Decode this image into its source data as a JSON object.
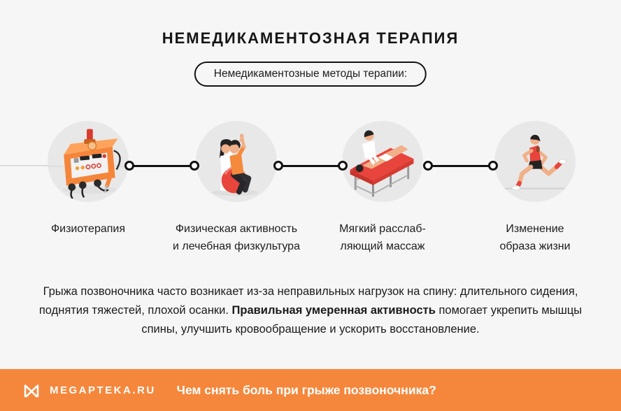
{
  "header": {
    "title": "НЕМЕДИКАМЕНТОЗНАЯ ТЕРАПИЯ",
    "pill": "Немедикаментозные методы терапии:"
  },
  "methods": [
    {
      "icon": "physiotherapy-device-icon",
      "label_line1": "Физиотерапия",
      "label_line2": ""
    },
    {
      "icon": "exercise-ball-icon",
      "label_line1": "Физическая активность",
      "label_line2": "и лечебная физкультура"
    },
    {
      "icon": "massage-table-icon",
      "label_line1": "Мягкий расслаб-",
      "label_line2": "ляющий массаж"
    },
    {
      "icon": "running-person-icon",
      "label_line1": "Изменение",
      "label_line2": "образа жизни"
    }
  ],
  "paragraph": {
    "before_bold": "Грыжа позвоночника часто возникает из-за неправильных нагрузок на спину: длительного сидения, поднятия тяжестей, плохой осанки. ",
    "bold": "Правильная умеренная активность",
    "after_bold": " помогает укрепить мышцы спины, улучшить кровообращение и ускорить восстановление."
  },
  "footer": {
    "brand": "MEGAPTEKA.RU",
    "question": "Чем снять боль при грыже позвоночника?"
  },
  "colors": {
    "background": "#f6f6f6",
    "circle_background": "#e8e8e8",
    "text": "#1c1c1c",
    "footer_orange": "#f5873c",
    "illustration_orange": "#f5853a",
    "illustration_red": "#e8443b",
    "connector_black": "#111111"
  }
}
